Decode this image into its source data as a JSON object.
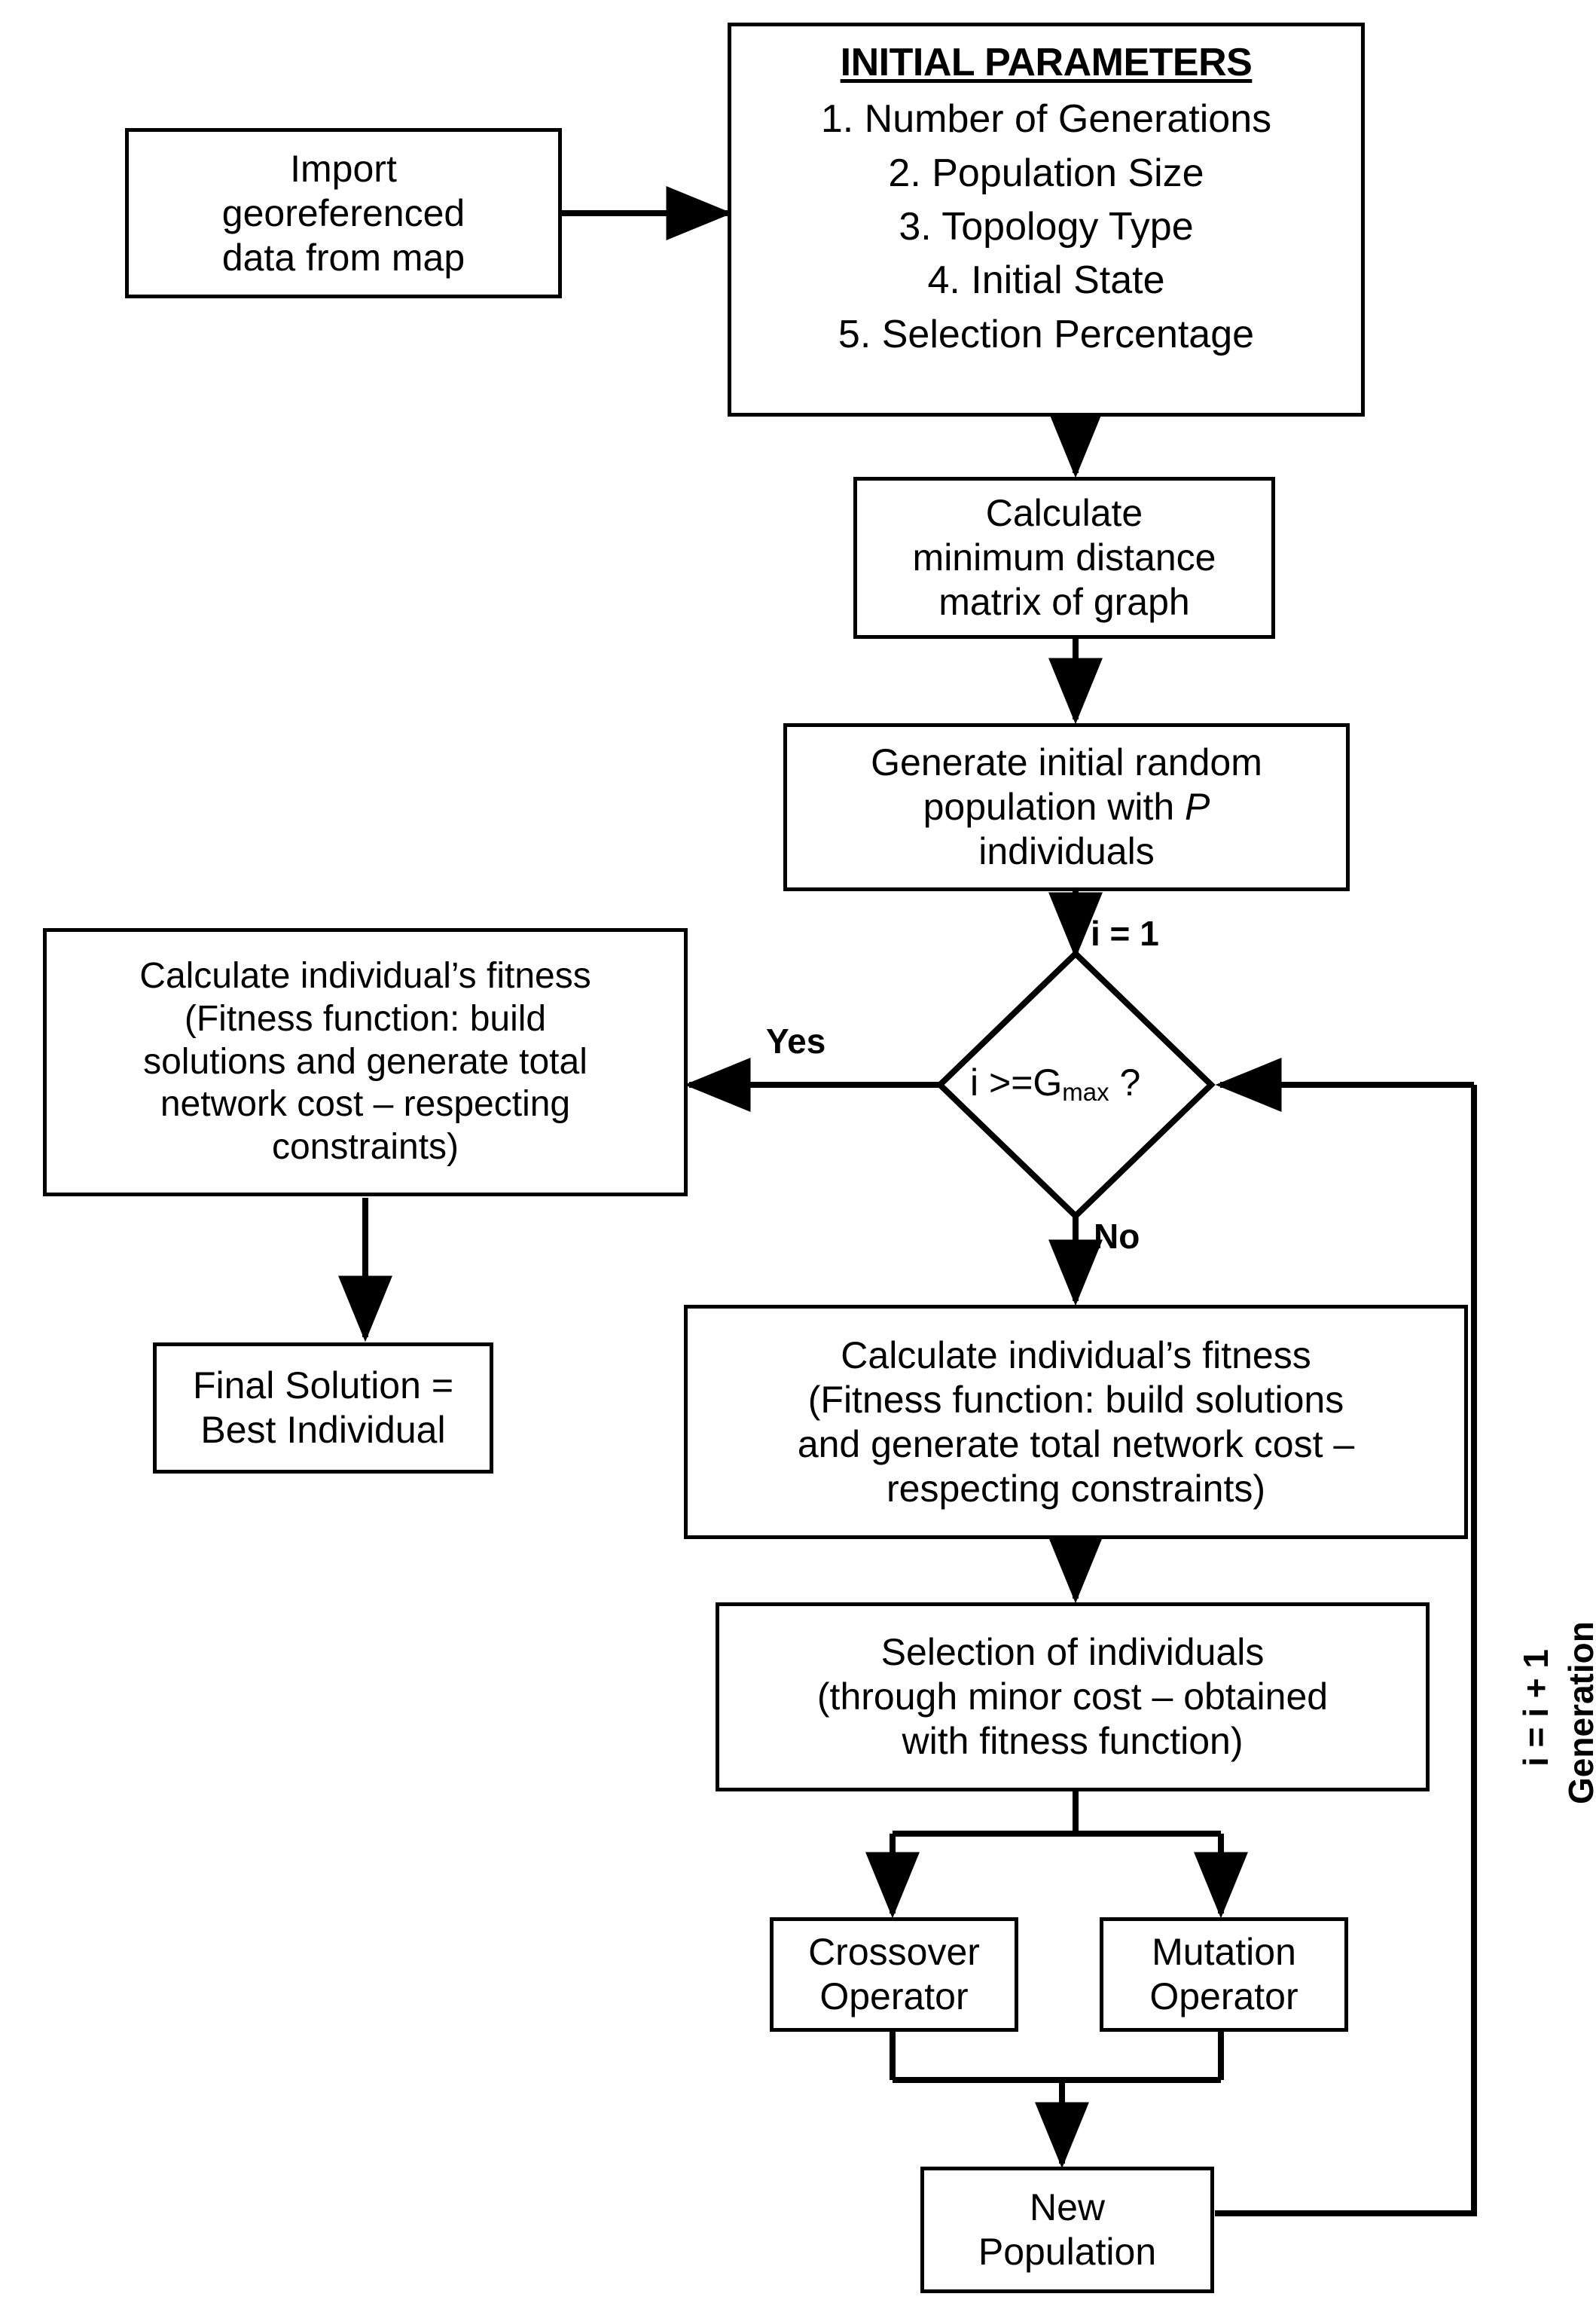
{
  "diagram": {
    "title": "Genetic algorithm flowchart",
    "stroke_color": "#000000",
    "background_color": "#ffffff"
  },
  "nodes": {
    "import_data": {
      "lines": [
        "Import",
        "georeferenced",
        "data from map"
      ]
    },
    "initial_parameters": {
      "header": "INITIAL PARAMETERS",
      "items": [
        "1. Number of Generations",
        "2. Population Size",
        "3. Topology Type",
        "4. Initial State",
        "5. Selection Percentage"
      ]
    },
    "distance_matrix": {
      "lines": [
        "Calculate",
        "minimum distance",
        "matrix of graph"
      ]
    },
    "initial_population": {
      "line1": "Generate initial random",
      "line2_pre": "population with ",
      "line2_var": "P",
      "line3": "individuals"
    },
    "decision": {
      "expr_pre": "i >=G",
      "expr_sub": "max",
      "expr_post": " ?"
    },
    "fitness_left": {
      "lines": [
        "Calculate individual’s fitness",
        "(Fitness function: build",
        "solutions and generate total",
        "network cost – respecting",
        "constraints)"
      ]
    },
    "final_solution": {
      "lines": [
        "Final Solution =",
        "Best Individual"
      ]
    },
    "fitness_right": {
      "lines": [
        "Calculate individual’s fitness",
        "(Fitness function: build solutions",
        "and generate total network cost –",
        "respecting constraints)"
      ]
    },
    "selection": {
      "lines": [
        "Selection of individuals",
        "(through minor cost – obtained",
        "with fitness function)"
      ]
    },
    "crossover": {
      "lines": [
        "Crossover",
        "Operator"
      ]
    },
    "mutation": {
      "lines": [
        "Mutation",
        "Operator"
      ]
    },
    "new_population": {
      "lines": [
        "New",
        "Population"
      ]
    }
  },
  "edge_labels": {
    "counter_init": "i = 1",
    "yes": "Yes",
    "no": "No",
    "loop_increment": "i = i + 1",
    "loop_generation": "Generation"
  }
}
